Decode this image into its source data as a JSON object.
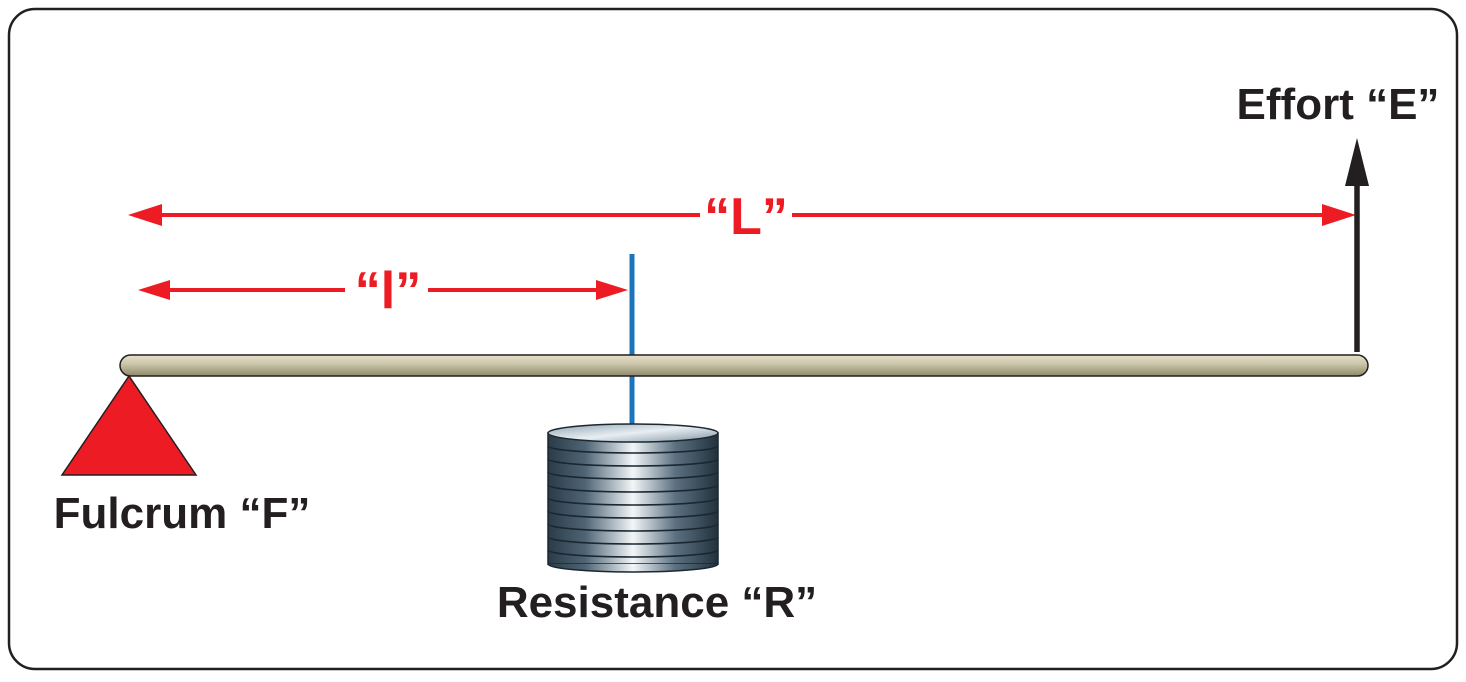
{
  "labels": {
    "effort": "Effort “E”",
    "fulcrum": "Fulcrum “F”",
    "resistance": "Resistance “R”",
    "long_arm": "“L”",
    "short_arm": "“l”"
  },
  "colors": {
    "frame": "#231f20",
    "dimension_red": "#ed1c24",
    "fulcrum_red": "#ed1c24",
    "lever_bar": "#c9c3a6",
    "resistance_line": "#1a75bc",
    "effort_arrow": "#231f20",
    "weight_dark": "#2a3b48",
    "weight_light": "#f2f6f8"
  },
  "icons": {
    "fulcrum": "triangle-fulcrum-icon",
    "weight": "stacked-weight-icon",
    "effort_arrow": "up-arrow-icon"
  }
}
